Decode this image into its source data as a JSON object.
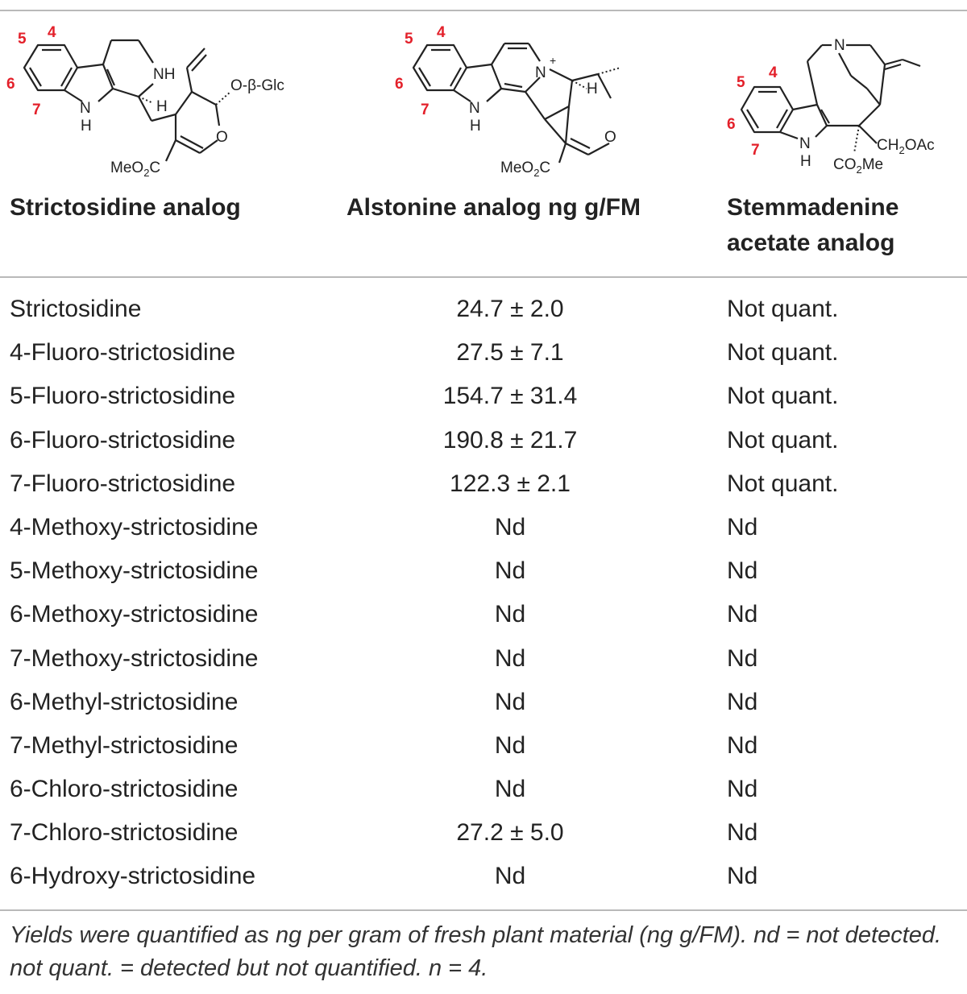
{
  "structures": [
    {
      "name": "strictosidine",
      "labels": {
        "nh": "NH",
        "h_stereo": "H",
        "indole_n": "N",
        "indole_h": "H",
        "glc": "O-β-Glc",
        "ring_o": "O",
        "ester": "MeO",
        "ester_sub": "2",
        "ester_c": "C"
      },
      "positions": [
        "4",
        "5",
        "6",
        "7"
      ]
    },
    {
      "name": "alstonine",
      "labels": {
        "n_plus": "N",
        "charge": "+",
        "h_stereo": "H",
        "indole_n": "N",
        "indole_h": "H",
        "ring_o": "O",
        "ester": "MeO",
        "ester_sub": "2",
        "ester_c": "C"
      },
      "positions": [
        "4",
        "5",
        "6",
        "7"
      ]
    },
    {
      "name": "stemmadenine-acetate",
      "labels": {
        "n_top": "N",
        "indole_n": "N",
        "indole_h": "H",
        "acetate": "CH",
        "acetate_sub": "2",
        "acetate_rest": "OAc",
        "ester": "CO",
        "ester_sub": "2",
        "ester_rest": "Me"
      },
      "positions": [
        "4",
        "5",
        "6",
        "7"
      ]
    }
  ],
  "columns": {
    "col1": "Strictosidine analog",
    "col2": "Alstonine analog ng g/FM",
    "col3_line1": "Stemmadenine",
    "col3_line2": "acetate analog"
  },
  "rows": [
    {
      "analog": "Strictosidine",
      "alstonine": "24.7 ± 2.0",
      "stemmadenine": "Not quant."
    },
    {
      "analog": "4-Fluoro-strictosidine",
      "alstonine": "27.5 ± 7.1",
      "stemmadenine": "Not quant."
    },
    {
      "analog": "5-Fluoro-strictosidine",
      "alstonine": "154.7 ± 31.4",
      "stemmadenine": "Not quant."
    },
    {
      "analog": "6-Fluoro-strictosidine",
      "alstonine": "190.8 ± 21.7",
      "stemmadenine": "Not quant."
    },
    {
      "analog": "7-Fluoro-strictosidine",
      "alstonine": "122.3 ± 2.1",
      "stemmadenine": "Not quant."
    },
    {
      "analog": "4-Methoxy-strictosidine",
      "alstonine": "Nd",
      "stemmadenine": "Nd"
    },
    {
      "analog": "5-Methoxy-strictosidine",
      "alstonine": "Nd",
      "stemmadenine": "Nd"
    },
    {
      "analog": "6-Methoxy-strictosidine",
      "alstonine": "Nd",
      "stemmadenine": "Nd"
    },
    {
      "analog": "7-Methoxy-strictosidine",
      "alstonine": "Nd",
      "stemmadenine": "Nd"
    },
    {
      "analog": "6-Methyl-strictosidine",
      "alstonine": "Nd",
      "stemmadenine": "Nd"
    },
    {
      "analog": "7-Methyl-strictosidine",
      "alstonine": "Nd",
      "stemmadenine": "Nd"
    },
    {
      "analog": "6-Chloro-strictosidine",
      "alstonine": "Nd",
      "stemmadenine": "Nd"
    },
    {
      "analog": "7-Chloro-strictosidine",
      "alstonine": "27.2 ± 5.0",
      "stemmadenine": "Nd"
    },
    {
      "analog": "6-Hydroxy-strictosidine",
      "alstonine": "Nd",
      "stemmadenine": "Nd"
    }
  ],
  "footnote": "Yields were quantified as ng per gram of fresh plant material (ng g/FM). nd = not detected. not quant. = detected but not quantified. n = 4."
}
